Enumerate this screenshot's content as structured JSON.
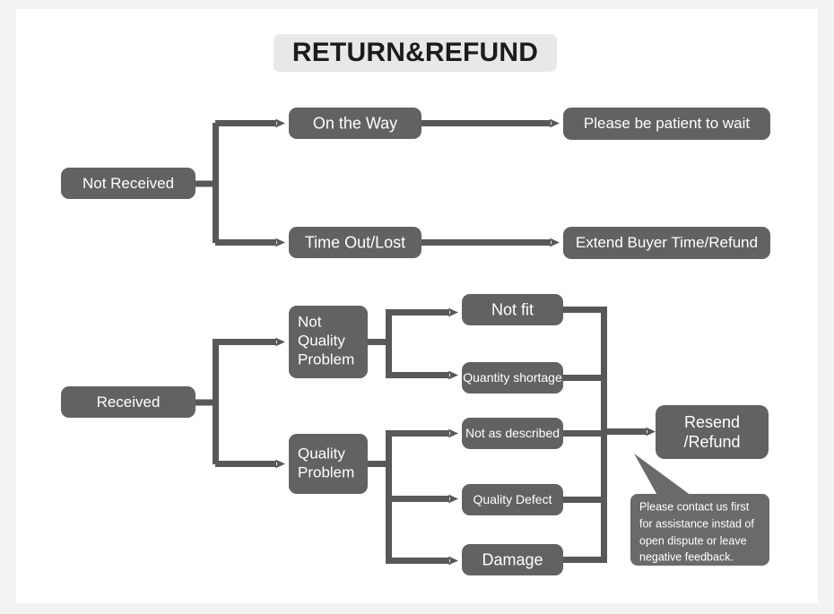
{
  "page": {
    "background_color": "#f3f3f3",
    "card_color": "#ffffff"
  },
  "header": {
    "title": "RETURN&REFUND",
    "title_background": "#e8e8e8",
    "title_color": "#1c1c1c"
  },
  "theme": {
    "node_fill": "#636262",
    "node_text": "#ffffff",
    "connector": "#595858",
    "tooltip_fill": "#6b6a6a"
  },
  "nodes": {
    "not_received": "Not Received",
    "on_the_way": "On the Way",
    "time_out_lost": "Time Out/Lost",
    "please_wait": "Please be patient to wait",
    "extend_refund": "Extend Buyer Time/Refund",
    "received": "Received",
    "not_quality_problem_line1": "Not",
    "not_quality_problem_line2": "Quality",
    "not_quality_problem_line3": "Problem",
    "quality_problem_line1": "Quality",
    "quality_problem_line2": "Problem",
    "not_fit": "Not fit",
    "quantity_shortage": "Quantity shortage",
    "not_as_described": "Not as described",
    "quality_defect": "Quality Defect",
    "damage": "Damage",
    "resend_line1": "Resend",
    "resend_line2": "/Refund"
  },
  "tooltip": {
    "line1": "Please contact us first",
    "line2": "for assistance instad of",
    "line3": "open dispute or leave",
    "line4": "negative feedback."
  }
}
